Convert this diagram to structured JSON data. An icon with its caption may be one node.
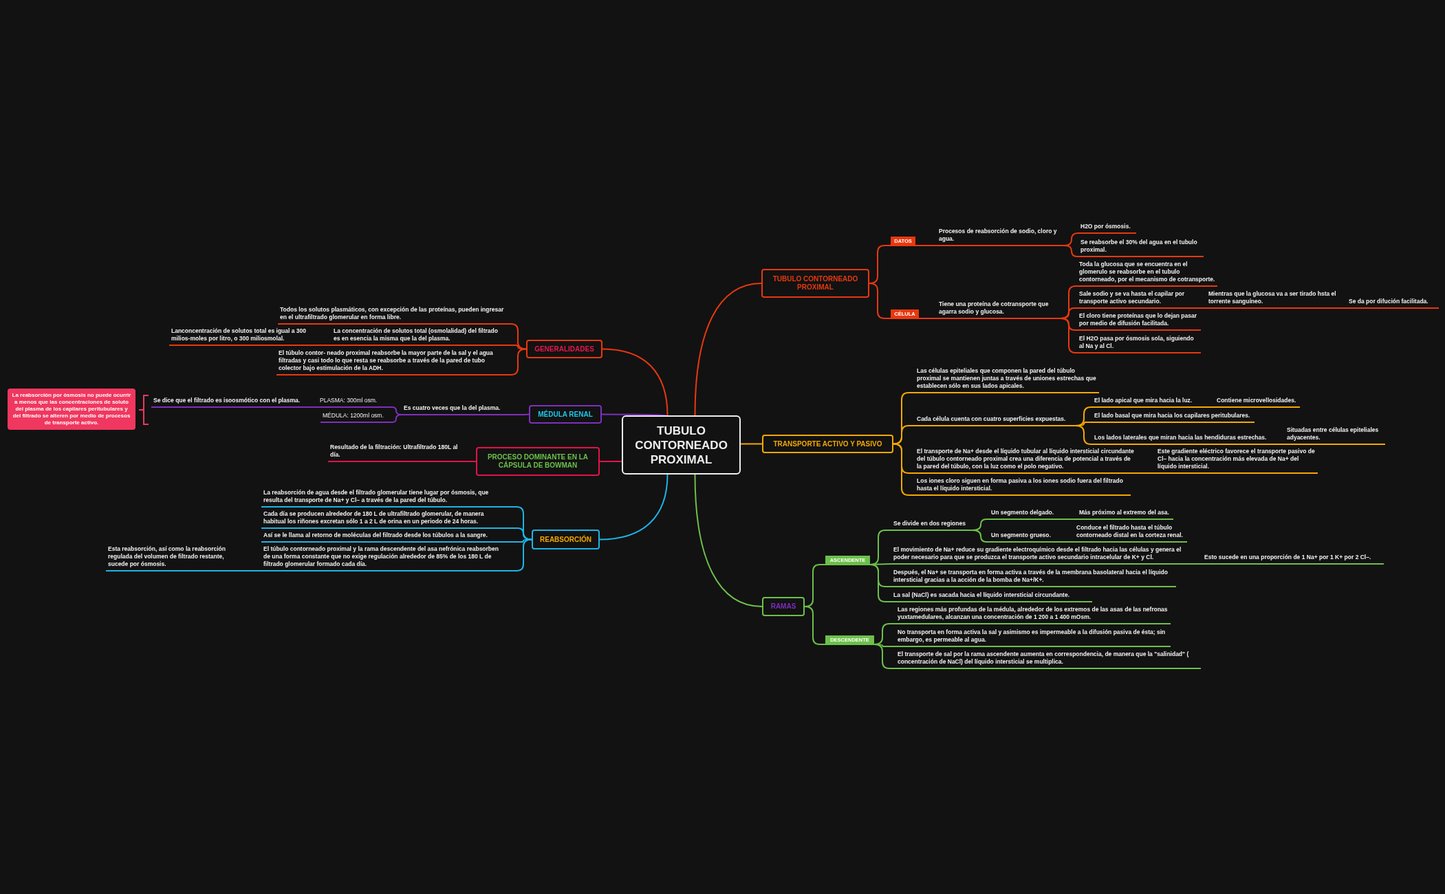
{
  "diagram": {
    "nodes": [
      {
        "text": [
          "TUBULO CONTORNEADO PROXIMAL"
        ]
      },
      {
        "text": [
          "TUBULO CONTORNEADO PROXIMAL"
        ]
      },
      {
        "text": [
          "DATOS"
        ]
      },
      {
        "text": [
          "Procesos de reabsorción de sodio, cloro y agua."
        ]
      },
      {
        "text": [
          "H2O por ósmosis."
        ]
      },
      {
        "text": [
          "Se reabsorbe el 30% del agua en el tubulo proximal."
        ]
      },
      {
        "text": [
          "CÉLULA"
        ]
      },
      {
        "text": [
          "Tiene una proteína de cotransporte que agarra sodio y glucosa."
        ]
      },
      {
        "text": [
          "Toda la glucosa que se encuentra en el glomerulo se reabsorbe en el tubulo contorneado, por el mecanismo de cotransporte."
        ]
      },
      {
        "text": [
          "Sale sodio y se va hasta el capilar por transporte activo secundario."
        ]
      },
      {
        "text": [
          "Mientras que la glucosa va a ser tirado hsta el torrente sanguíneo."
        ]
      },
      {
        "text": [
          "Se da por difución facilitada."
        ]
      },
      {
        "text": [
          "El cloro tiene proteínas que lo dejan pasar por medio de difusión facilitada."
        ]
      },
      {
        "text": [
          "El H2O pasa por ósmosis sola, siguiendo al Na y al Cl."
        ]
      },
      {
        "text": [
          "TRANSPORTE ACTIVO Y PASIVO"
        ]
      },
      {
        "text": [
          "Las células epiteliales que componen la pared del túbulo proximal se mantienen juntas a través de uniones estrechas que establecen sólo en sus lados apicales."
        ]
      },
      {
        "text": [
          "Cada célula cuenta con cuatro superficies expuestas."
        ]
      },
      {
        "text": [
          "El lado apical que mira hacia la luz."
        ]
      },
      {
        "text": [
          "Contiene microvellosidades."
        ]
      },
      {
        "text": [
          "El lado basal que mira hacia los capilares peritubulares."
        ]
      },
      {
        "text": [
          "Los lados laterales que miran hacia las hendiduras estrechas."
        ]
      },
      {
        "text": [
          "Situadas entre células epiteliales adyacentes."
        ]
      },
      {
        "text": [
          "El transporte de Na+ desde el líquido tubular al líquido intersticial circundante del túbulo contorneado proximal crea una diferencia de potencial a través de la pared del túbulo, con la luz como el polo negativo."
        ]
      },
      {
        "text": [
          "Este gradiente eléctrico favorece el transporte pasivo de Cl– hacia la concentración más elevada de Na+ del líquido intersticial."
        ]
      },
      {
        "text": [
          "Los iones cloro siguen en forma pasiva a los iones sodio fuera del filtrado hasta el líquido intersticial."
        ]
      },
      {
        "text": [
          "RAMAS"
        ]
      },
      {
        "text": [
          "ASCENDENTE"
        ]
      },
      {
        "text": [
          "Se divide en dos regiones"
        ]
      },
      {
        "text": [
          "Un segmento delgado."
        ]
      },
      {
        "text": [
          "Más próximo al extremo del asa."
        ]
      },
      {
        "text": [
          "Un segmento grueso."
        ]
      },
      {
        "text": [
          "Conduce el filtrado hasta el túbulo contorneado distal en la corteza renal."
        ]
      },
      {
        "text": [
          "El movimiento de Na+ reduce su gradiente electroquímico desde el filtrado hacia las células y genera el poder necesario para que se produzca el transporte activo secundario intracelular de K+ y Cl."
        ]
      },
      {
        "text": [
          "Esto sucede en una proporción de 1 Na+ por 1 K+ por 2 Cl–."
        ]
      },
      {
        "text": [
          "Después, el Na+ se transporta en forma activa a través de la membrana basolateral hacia el líquido intersticial gracias a la acción de la bomba de Na+/K+."
        ]
      },
      {
        "text": [
          "La sal (NaCl) es sacada hacia el líquido intersticial circundante."
        ]
      },
      {
        "text": [
          "DESCENDENTE"
        ]
      },
      {
        "text": [
          "Las regiones más profundas de la médula, alrededor de los extremos de las asas de las nefronas yuxtamedulares, alcanzan una concentración de 1 200 a 1 400 mOsm."
        ]
      },
      {
        "text": [
          "No transporta en forma activa la sal y asimismo es impermeable a la difusión pasiva de ésta; sin embargo, es permeable al agua."
        ]
      },
      {
        "text": [
          "El transporte de sal por la rama ascendente aumenta en correspondencia, de manera que la \"salinidad\" ( concentración de NaCl) del líquido intersticial se multiplica."
        ]
      },
      {
        "text": [
          "GENERALIDADES"
        ]
      },
      {
        "text": [
          "Todos los solutos plasmáticos, con excepción de las proteínas, pueden ingresar en el ultrafiltrado glomerular en forma libre."
        ]
      },
      {
        "text": [
          "La concentración de solutos total (osmolalidad) del filtrado es en esencia la misma que la del plasma."
        ]
      },
      {
        "text": [
          "Lanconcentración de solutos total es igual a 300 milios-moles por litro, o 300 miliosmolal."
        ]
      },
      {
        "text": [
          "El túbulo contor- neado proximal reabsorbe la mayor parte de la sal y el agua filtradas y casi todo lo que resta se reabsorbe a través de la pared de tubo colector bajo estimulación de la ADH."
        ]
      },
      {
        "text": [
          "MÉDULA RENAL"
        ]
      },
      {
        "text": [
          "Es cuatro veces que la del plasma."
        ]
      },
      {
        "text": [
          "PLASMA: 300ml osm."
        ]
      },
      {
        "text": [
          "Se dice que el filtrado es isoosmótico con el plasma."
        ]
      },
      {
        "text": [
          "MÉDULA: 1200ml osm."
        ]
      },
      {
        "text": [
          "La reabsorción por ósmosis no puede ocurrir a menos que las concentraciones de soluto del plasma de los capilares peritubulares y del filtrado se alteren por medio de procesos de transporte activo."
        ]
      },
      {
        "text": [
          "PROCESO DOMINANTE EN LA CÁPSULA DE BOWMAN"
        ]
      },
      {
        "text": [
          "Resultado de la filtración: Ultrafiltrado 180L al día."
        ]
      },
      {
        "text": [
          "REABSORCIÓN"
        ]
      },
      {
        "text": [
          "La reabsorción de agua desde el filtrado glomerular tiene lugar por ósmosis, que resulta del transporte de Na+ y Cl– a través de la pared del túbulo."
        ]
      },
      {
        "text": [
          "Cada día se producen alrededor de 180 L de ultrafiltrado glomerular, de manera habitual los riñones excretan sólo 1 a 2 L de orina en un periodo de 24 horas."
        ]
      },
      {
        "text": [
          "Así se le llama al retorno de moléculas del filtrado desde los túbulos a la sangre."
        ]
      },
      {
        "text": [
          "El túbulo contorneado proximal y la rama descendente del asa nefrónica reabsorben de una forma constante que no exige regulación alrededor de 85% de los 180 L de filtrado glomerular formado cada día."
        ]
      },
      {
        "text": [
          "Esta reabsorción, así como la reabsorción regulada del volumen de filtrado restante, sucede por ósmosis."
        ]
      }
    ],
    "edges": [
      {
        "from": 0,
        "to": 1,
        "arrow": "none",
        "color": "#e8380f"
      },
      {
        "from": 1,
        "to": 2,
        "arrow": "none",
        "color": "#e8380f"
      },
      {
        "from": 2,
        "to": 3,
        "arrow": "none",
        "color": "#e8380f"
      },
      {
        "from": 3,
        "to": 4,
        "arrow": "none",
        "color": "#e8380f"
      },
      {
        "from": 3,
        "to": 5,
        "arrow": "none",
        "color": "#e8380f"
      },
      {
        "from": 1,
        "to": 6,
        "arrow": "none",
        "color": "#e8380f"
      },
      {
        "from": 6,
        "to": 7,
        "arrow": "none",
        "color": "#e8380f"
      },
      {
        "from": 7,
        "to": 8,
        "arrow": "none",
        "color": "#e8380f"
      },
      {
        "from": 7,
        "to": 9,
        "arrow": "none",
        "color": "#e8380f"
      },
      {
        "from": 9,
        "to": 10,
        "arrow": "none",
        "color": "#e8380f"
      },
      {
        "from": 10,
        "to": 11,
        "arrow": "none",
        "color": "#e8380f"
      },
      {
        "from": 7,
        "to": 12,
        "arrow": "none",
        "color": "#e8380f"
      },
      {
        "from": 7,
        "to": 13,
        "arrow": "none",
        "color": "#e8380f"
      },
      {
        "from": 0,
        "to": 14,
        "arrow": "none",
        "color": "#f5a800"
      },
      {
        "from": 14,
        "to": 15,
        "arrow": "none",
        "color": "#f5a800"
      },
      {
        "from": 14,
        "to": 16,
        "arrow": "none",
        "color": "#f5a800"
      },
      {
        "from": 16,
        "to": 17,
        "arrow": "none",
        "color": "#f5a800"
      },
      {
        "from": 17,
        "to": 18,
        "arrow": "none",
        "color": "#f5a800"
      },
      {
        "from": 16,
        "to": 19,
        "arrow": "none",
        "color": "#f5a800"
      },
      {
        "from": 16,
        "to": 20,
        "arrow": "none",
        "color": "#f5a800"
      },
      {
        "from": 20,
        "to": 21,
        "arrow": "none",
        "color": "#f5a800"
      },
      {
        "from": 14,
        "to": 22,
        "arrow": "none",
        "color": "#f5a800"
      },
      {
        "from": 22,
        "to": 23,
        "arrow": "none",
        "color": "#f5a800"
      },
      {
        "from": 14,
        "to": 24,
        "arrow": "none",
        "color": "#f5a800"
      },
      {
        "from": 0,
        "to": 25,
        "arrow": "none",
        "color": "#6cc04a"
      },
      {
        "from": 25,
        "to": 26,
        "arrow": "none",
        "color": "#6cc04a"
      },
      {
        "from": 26,
        "to": 27,
        "arrow": "none",
        "color": "#6cc04a"
      },
      {
        "from": 27,
        "to": 28,
        "arrow": "none",
        "color": "#6cc04a"
      },
      {
        "from": 28,
        "to": 29,
        "arrow": "none",
        "color": "#6cc04a"
      },
      {
        "from": 27,
        "to": 30,
        "arrow": "none",
        "color": "#6cc04a"
      },
      {
        "from": 30,
        "to": 31,
        "arrow": "none",
        "color": "#6cc04a"
      },
      {
        "from": 26,
        "to": 32,
        "arrow": "none",
        "color": "#6cc04a"
      },
      {
        "from": 32,
        "to": 33,
        "arrow": "none",
        "color": "#6cc04a"
      },
      {
        "from": 26,
        "to": 34,
        "arrow": "none",
        "color": "#6cc04a"
      },
      {
        "from": 26,
        "to": 35,
        "arrow": "none",
        "color": "#6cc04a"
      },
      {
        "from": 25,
        "to": 36,
        "arrow": "none",
        "color": "#6cc04a"
      },
      {
        "from": 36,
        "to": 37,
        "arrow": "none",
        "color": "#6cc04a"
      },
      {
        "from": 36,
        "to": 38,
        "arrow": "none",
        "color": "#6cc04a"
      },
      {
        "from": 36,
        "to": 39,
        "arrow": "none",
        "color": "#6cc04a"
      },
      {
        "from": 0,
        "to": 40,
        "arrow": "none",
        "color": "#e8380f"
      },
      {
        "from": 40,
        "to": 41,
        "arrow": "none",
        "color": "#e8380f"
      },
      {
        "from": 40,
        "to": 42,
        "arrow": "none",
        "color": "#e8380f"
      },
      {
        "from": 42,
        "to": 43,
        "arrow": "none",
        "color": "#e8380f"
      },
      {
        "from": 40,
        "to": 44,
        "arrow": "none",
        "color": "#e8380f"
      },
      {
        "from": 0,
        "to": 45,
        "arrow": "none",
        "color": "#7f2fbf"
      },
      {
        "from": 45,
        "to": 46,
        "arrow": "none",
        "color": "#7f2fbf"
      },
      {
        "from": 46,
        "to": 47,
        "arrow": "none",
        "color": "#7f2fbf"
      },
      {
        "from": 47,
        "to": 48,
        "arrow": "none",
        "color": "#7f2fbf"
      },
      {
        "from": 46,
        "to": 49,
        "arrow": "none",
        "color": "#7f2fbf"
      },
      {
        "from": 0,
        "to": 51,
        "arrow": "none",
        "color": "#e3124b"
      },
      {
        "from": 51,
        "to": 52,
        "arrow": "none",
        "color": "#e3124b"
      },
      {
        "from": 0,
        "to": 53,
        "arrow": "none",
        "color": "#1eb4e6"
      },
      {
        "from": 53,
        "to": 54,
        "arrow": "none",
        "color": "#1eb4e6"
      },
      {
        "from": 53,
        "to": 55,
        "arrow": "none",
        "color": "#1eb4e6"
      },
      {
        "from": 53,
        "to": 56,
        "arrow": "none",
        "color": "#1eb4e6"
      },
      {
        "from": 53,
        "to": 57,
        "arrow": "none",
        "color": "#1eb4e6"
      },
      {
        "from": 57,
        "to": 58,
        "arrow": "none",
        "color": "#1eb4e6"
      }
    ]
  }
}
